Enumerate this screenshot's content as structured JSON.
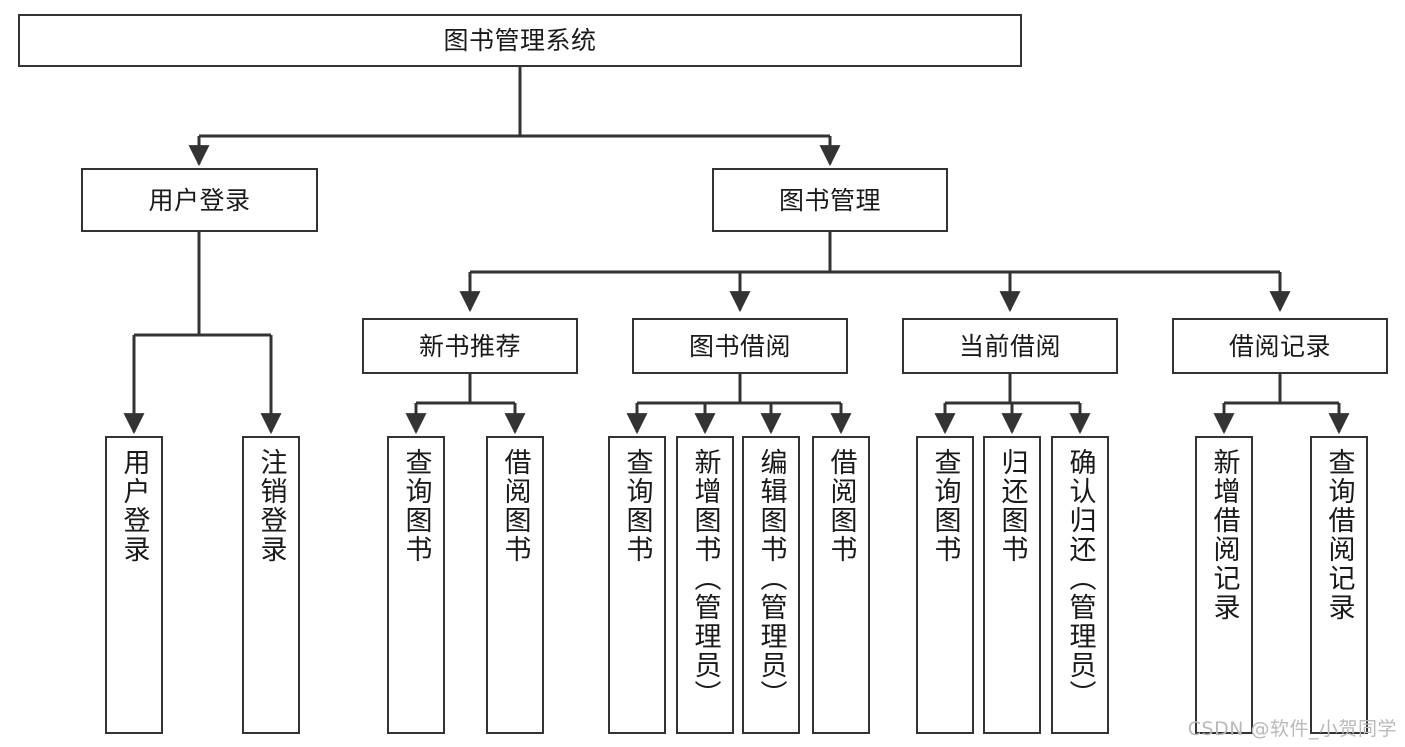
{
  "diagram": {
    "title": "图书管理系统",
    "type": "tree-hierarchy-chart",
    "root": {
      "label": "图书管理系统"
    },
    "level2": [
      {
        "label": "用户登录"
      },
      {
        "label": "图书管理"
      }
    ],
    "level3": [
      {
        "label": "新书推荐"
      },
      {
        "label": "图书借阅"
      },
      {
        "label": "当前借阅"
      },
      {
        "label": "借阅记录"
      }
    ],
    "leaves": {
      "user_login": [
        {
          "label": "用户登录"
        },
        {
          "label": "注销登录"
        }
      ],
      "new_book": [
        {
          "label": "查询图书"
        },
        {
          "label": "借阅图书"
        }
      ],
      "book_borrow": [
        {
          "label": "查询图书"
        },
        {
          "label": "新增图书（管理员）"
        },
        {
          "label": "编辑图书（管理员）"
        },
        {
          "label": "借阅图书"
        }
      ],
      "current_borrow": [
        {
          "label": "查询图书"
        },
        {
          "label": "归还图书"
        },
        {
          "label": "确认归还（管理员）"
        }
      ],
      "borrow_record": [
        {
          "label": "新增借阅记录"
        },
        {
          "label": "查询借阅记录"
        }
      ]
    }
  },
  "watermark": {
    "text": "CSDN @软件_小贺同学"
  },
  "colors": {
    "stroke": "#333333",
    "background": "#ffffff",
    "text": "#1a1a1a",
    "watermark": "#b9b9b9"
  }
}
